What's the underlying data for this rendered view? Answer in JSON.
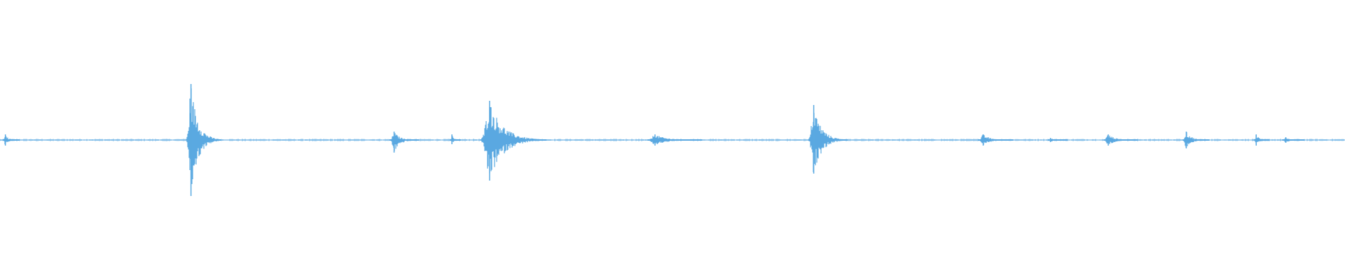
{
  "waveform": {
    "color": "#5aa9e1",
    "background": "#ffffff",
    "label": "",
    "events": [
      {
        "t": 0.004,
        "amp_up": 0.04,
        "amp_down": 0.04,
        "width": 0.01
      },
      {
        "t": 0.142,
        "amp_up": 0.4,
        "amp_down": 0.4,
        "width": 0.022
      },
      {
        "t": 0.293,
        "amp_up": 0.06,
        "amp_down": 0.09,
        "width": 0.018
      },
      {
        "t": 0.336,
        "amp_up": 0.04,
        "amp_down": 0.03,
        "width": 0.006
      },
      {
        "t": 0.364,
        "amp_up": 0.28,
        "amp_down": 0.29,
        "width": 0.042
      },
      {
        "t": 0.487,
        "amp_up": 0.04,
        "amp_down": 0.04,
        "width": 0.035
      },
      {
        "t": 0.605,
        "amp_up": 0.25,
        "amp_down": 0.24,
        "width": 0.025
      },
      {
        "t": 0.731,
        "amp_up": 0.04,
        "amp_down": 0.04,
        "width": 0.022
      },
      {
        "t": 0.781,
        "amp_up": 0.015,
        "amp_down": 0.015,
        "width": 0.012
      },
      {
        "t": 0.824,
        "amp_up": 0.04,
        "amp_down": 0.04,
        "width": 0.022
      },
      {
        "t": 0.882,
        "amp_up": 0.06,
        "amp_down": 0.06,
        "width": 0.017
      },
      {
        "t": 0.934,
        "amp_up": 0.04,
        "amp_down": 0.04,
        "width": 0.01
      },
      {
        "t": 0.956,
        "amp_up": 0.02,
        "amp_down": 0.02,
        "width": 0.014
      }
    ]
  }
}
